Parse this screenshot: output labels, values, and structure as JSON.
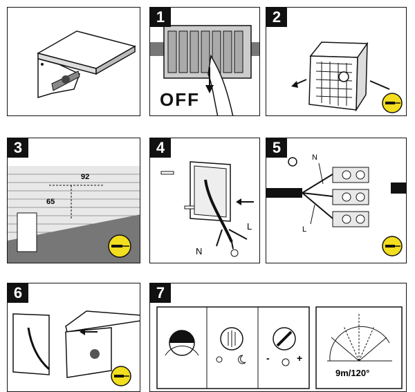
{
  "panel0": {
    "id": ""
  },
  "panel1": {
    "step": "1",
    "off_label": "OFF"
  },
  "panel2": {
    "step": "2"
  },
  "panel3": {
    "step": "3",
    "dim_horizontal": "92",
    "dim_vertical": "65"
  },
  "panel4": {
    "step": "4",
    "neutral_label": "N",
    "live_label": "L"
  },
  "panel5": {
    "step": "5",
    "neutral_label": "N",
    "live_label": "L"
  },
  "panel6": {
    "step": "6"
  },
  "panel7": {
    "step": "7",
    "range_label": "9m/120°",
    "lux_minus": "-",
    "lux_plus": "+"
  },
  "icons": [
    "screwdriver-badge-icon",
    "earth-symbol-icon",
    "sun-icon",
    "moon-icon",
    "clock-icon"
  ]
}
